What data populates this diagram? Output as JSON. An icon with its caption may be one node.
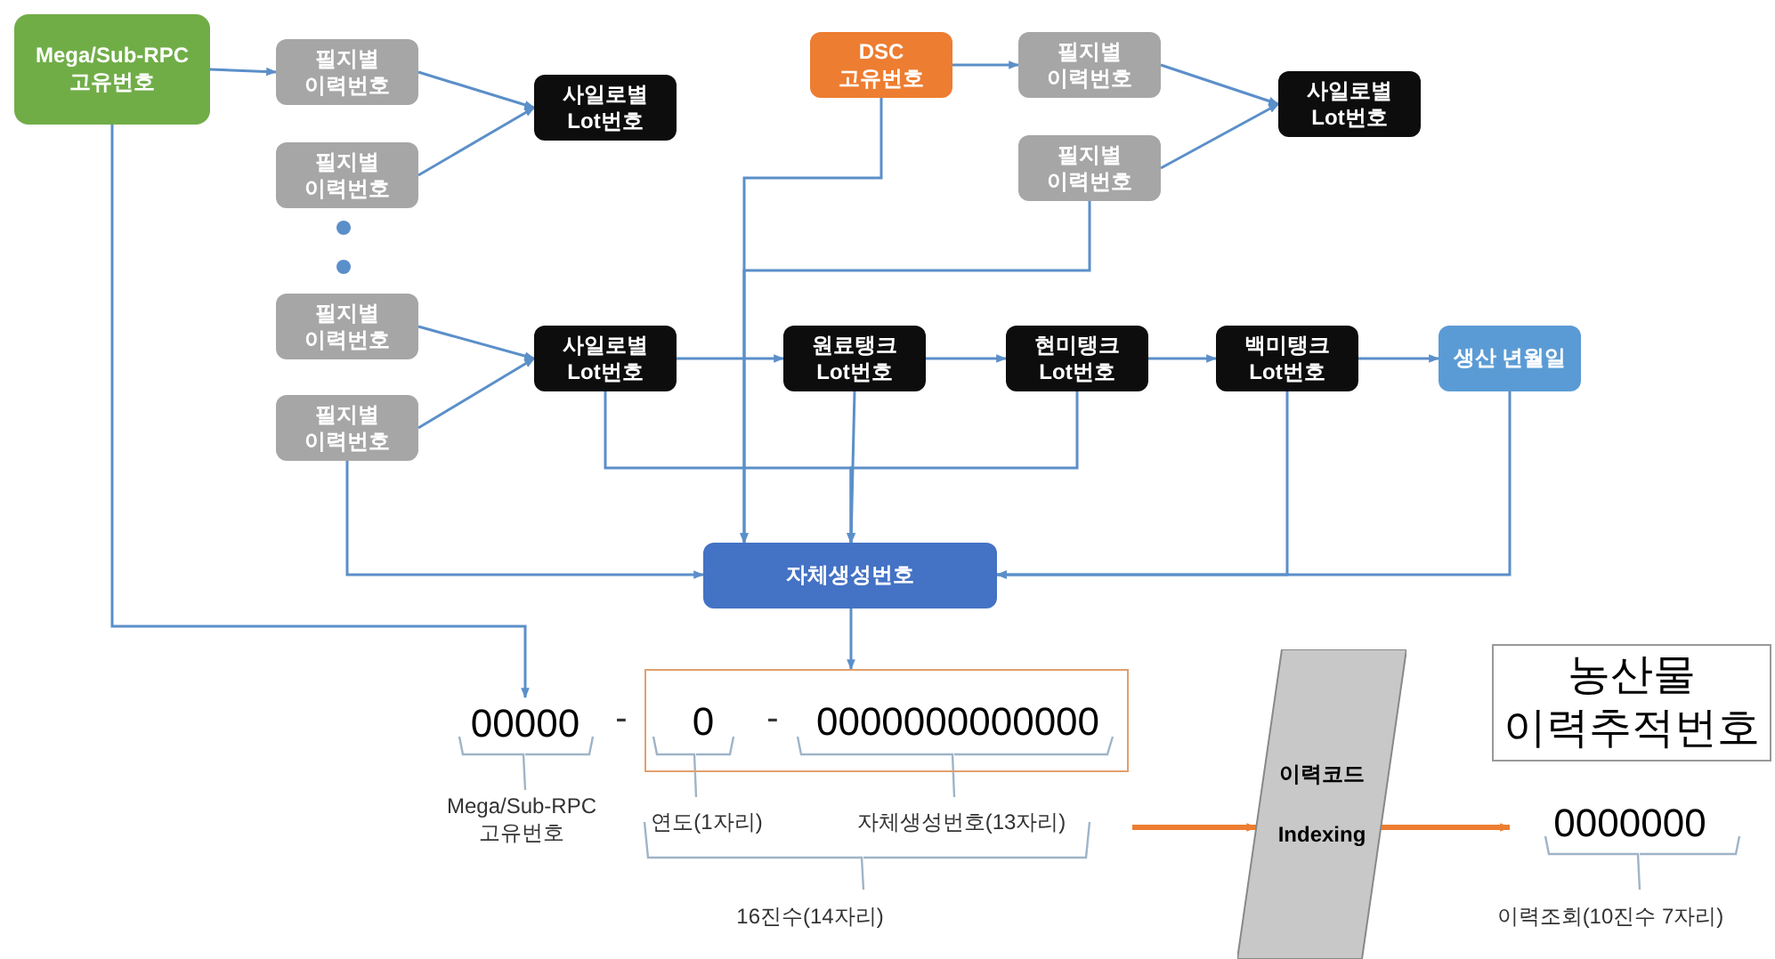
{
  "diagram": {
    "nodes": [
      {
        "text": [
          "Mega/Sub-RPC 고유번호"
        ]
      },
      {
        "text": [
          "필지별 이력번호"
        ]
      },
      {
        "text": [
          "필지별 이력번호"
        ]
      },
      {
        "text": [
          "사일로별 Lot번호"
        ]
      },
      {
        "text": [
          "DSC 고유번호"
        ]
      },
      {
        "text": [
          "필지별 이력번호"
        ]
      },
      {
        "text": [
          "필지별 이력번호"
        ]
      },
      {
        "text": [
          "사일로별 Lot번호"
        ]
      },
      {
        "text": [
          "필지별 이력번호"
        ]
      },
      {
        "text": [
          "필지별 이력번호"
        ]
      },
      {
        "text": [
          "사일로별 Lot번호"
        ]
      },
      {
        "text": [
          "원료탱크 Lot번호"
        ]
      },
      {
        "text": [
          "현미탱크 Lot번호"
        ]
      },
      {
        "text": [
          "백미탱크 Lot번호"
        ]
      },
      {
        "text": [
          "생산 년월일"
        ]
      },
      {
        "text": [
          "자체생성번호"
        ]
      },
      {
        "text": [
          "00000"
        ]
      },
      {
        "text": [],
        "shape": "box"
      },
      {
        "text": [
          "0"
        ],
        "in": 17
      },
      {
        "text": [
          "0000000000000"
        ],
        "in": 17
      },
      {
        "text": [
          "이력코드",
          "Indexing"
        ]
      },
      {
        "text": [
          "농산물 이력추적번호"
        ]
      },
      {
        "text": [
          "0000000"
        ]
      }
    ],
    "edges": [
      {
        "from": 0,
        "to": 1,
        "arrow": "to"
      },
      {
        "from": 1,
        "to": 3,
        "arrow": "to"
      },
      {
        "from": 2,
        "to": 3,
        "arrow": "to"
      },
      {
        "from": 4,
        "to": 5,
        "arrow": "to"
      },
      {
        "from": 5,
        "to": 7,
        "arrow": "to"
      },
      {
        "from": 6,
        "to": 7,
        "arrow": "to"
      },
      {
        "from": 8,
        "to": 10,
        "arrow": "to"
      },
      {
        "from": 9,
        "to": 10,
        "arrow": "to"
      },
      {
        "from": 10,
        "to": 11,
        "arrow": "to"
      },
      {
        "from": 11,
        "to": 12,
        "arrow": "to"
      },
      {
        "from": 12,
        "to": 13,
        "arrow": "to"
      },
      {
        "from": 13,
        "to": 14,
        "arrow": "to"
      },
      {
        "from": 6,
        "to": 15,
        "arrow": "to"
      },
      {
        "from": 9,
        "to": 15,
        "arrow": "to"
      },
      {
        "from": 10,
        "to": 15,
        "arrow": "to"
      },
      {
        "from": 11,
        "to": 15,
        "arrow": "to"
      },
      {
        "from": 12,
        "to": 15,
        "arrow": "to"
      },
      {
        "from": 13,
        "to": 15,
        "arrow": "to"
      },
      {
        "from": 14,
        "to": 15,
        "arrow": "to"
      },
      {
        "from": 4,
        "to": 15,
        "arrow": "to"
      },
      {
        "from": 0,
        "to": 16,
        "arrow": "to"
      },
      {
        "from": 15,
        "to": 17,
        "arrow": "to"
      },
      {
        "from": null,
        "to": 20,
        "arrow": "to",
        "style": "thick",
        "color": "#ed7d31"
      },
      {
        "from": 20,
        "to": 22,
        "arrow": "to",
        "style": "thick",
        "color": "#ed7d31"
      }
    ],
    "labels": [
      "-",
      "-",
      "Mega/Sub-RPC 고유번호",
      "연도(1자리)",
      "자체생성번호(13자리)",
      "16진수(14자리)",
      "이력조회(10진수 7자리)"
    ]
  }
}
